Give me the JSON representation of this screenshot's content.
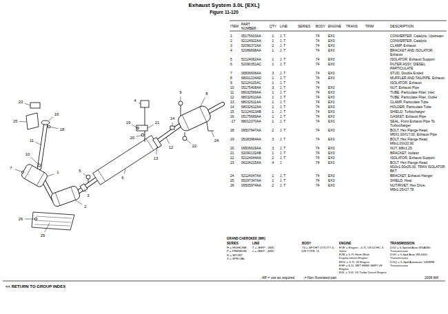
{
  "diagram": {
    "title": "Exhaust System 3.0L [EXL]",
    "labels": [
      "Figure 11-120",
      "ITEM",
      "PART NUMBER",
      "QTY",
      "LINE",
      "SERIES",
      "BODY",
      "ENGINE",
      "TRANS",
      "TRIM",
      "DESCRIPTION",
      "1",
      "05175603AA",
      "1",
      "J, T",
      "74",
      "EX0",
      "CONVERTER, Catalytic, Upstream",
      "2",
      "52124922AA",
      "1",
      "J, T",
      "74",
      "EX0",
      "CONVERTER, Catalytic",
      "3",
      "52090372AA",
      "2",
      "J, T",
      "74",
      "EX0",
      "CLAMP, Exhaust",
      "4",
      "52089698AA",
      "1",
      "J, T",
      "74",
      "EX0",
      "BRACKET AND ISOLATOR, Exhaust",
      "5",
      "52124062AA",
      "1",
      "J, T",
      "74",
      "EX0",
      "ISOLATOR, Exhaust Support",
      "6",
      "52090351AC",
      "1",
      "J, T",
      "74",
      "EX0",
      "FILTER ASSY, DIESEL PARTICULATE",
      "7",
      "06506606AA",
      "3",
      "J, T",
      "74",
      "EX0",
      "STUD, Double Ended",
      "8",
      "68001234AD",
      "1",
      "J, T",
      "74",
      "EX0",
      "MUFFLER AND TAILPIPE, Exhaust",
      "9",
      "52124115AC",
      "1",
      "J, T",
      "74",
      "ISOLATOR, Exhaust",
      "10",
      "05175408AA",
      "3",
      "J, T",
      "74",
      "EX0",
      "NUT, Exhaust Pipe",
      "11",
      "68032599AA",
      "1",
      "J, T",
      "74",
      "EX0",
      "TUBE, Particulate Filter, Inlet",
      "12",
      "68032610AA",
      "1",
      "J, T",
      "74",
      "EX0",
      "TUBE, Particulate Filter, Outlet",
      "13",
      "68032611AA",
      "1",
      "J, T",
      "74",
      "EX0",
      "CLAMP, Particulate Tube",
      "14",
      "68032612AA",
      "1",
      "J, T",
      "74",
      "EX0",
      "HOLDER, Particulate Tube",
      "15",
      "52124023AB",
      "1",
      "J, T",
      "74",
      "EX0",
      "SHIELD, Turbocharger",
      "16",
      "05175669AA",
      "1",
      "J, T",
      "74",
      "EX0",
      "GASKET, Exhaust Pipe",
      "-17",
      "68012070AA",
      "1",
      "J, T",
      "74",
      "EX0",
      "SEAL, Front Exhaust Pipe To Turbocharger",
      "18",
      "06507947AA",
      "2",
      "J, T",
      "74",
      "EX0",
      "BOLT, Hex Flange Head, M6X1.00X17.00, Exhaust Pipe",
      "19",
      "05183964AA",
      "3",
      "J, T",
      "74",
      "EX0",
      "BOLT, Hex Flange Head, M6x1.00x10.90",
      "20",
      "06506619AA",
      "3",
      "J, T",
      "74",
      "EX0",
      "NUT, M8x1.25",
      "21",
      "52090132AB",
      "1",
      "J, T",
      "74",
      "EX0",
      "BRACKET, Isolator",
      "22",
      "52124044AA",
      "2",
      "J, T",
      "74",
      "EX0",
      "ISOLATOR, Exhaust Support",
      "23",
      "06104215AA",
      "4",
      "J",
      "74",
      "EX0",
      "BOLT, Hex Flange Head, M10x1.50x25.00, TRAN ISOLATOR BKT",
      "24",
      "52124047AA",
      "1",
      "J, T",
      "74",
      "EX0",
      "BRACKET, Exhaust Hanger",
      "25",
      "55197347AA",
      "1",
      "J, T",
      "74",
      "EX0",
      "SHIELD, Heat",
      "26",
      "06505974AA",
      "2",
      "J, T",
      "74",
      "EX0",
      "NUT/RIVET, Hex Drive, M8x1.25x17.78",
      "1",
      "2",
      "3",
      "4",
      "5",
      "6",
      "7",
      "8",
      "9",
      "10",
      "11",
      "12",
      "13",
      "14",
      "15",
      "16",
      "18",
      "19",
      "20",
      "21",
      "22",
      "23",
      "24",
      "25",
      "26",
      "GRAND CHEROKEE (WK)",
      "SERIES",
      "H = HIGHLINE",
      "P = PREMIUM",
      "S = SPORT",
      "X = SPECIAL",
      "LINE",
      "T = JEEP - 2WD",
      "J = JEEP - 4WD",
      "BODY",
      "74 = SPORT UTILITY 4-DR TYPE #4",
      "ENGINE",
      "EVE = Engine - 4.7L V8 DOHC 3 Valve",
      "EZB = 5.7L Hemi Multi Displacement Engine",
      "EKG = 3.7L V6 Engine",
      "ESF = 6.1L SRT HEMI SMPI V8 Engine",
      "EXL = 3.0L V6 Turbo Diesel Engine",
      "TRANSMISSION",
      "DGJ = 5-Speed Auto W5A580 Transmission",
      "DGV = 5-Spd Auto W5J400 Transmission",
      "DGQ = 5-Spd Automatic 545RFE Transmission",
      "AR = use as required",
      "-= Non Illustrated part",
      "2008 WK",
      "<< RETURN TO GROUP INDEX"
    ]
  }
}
